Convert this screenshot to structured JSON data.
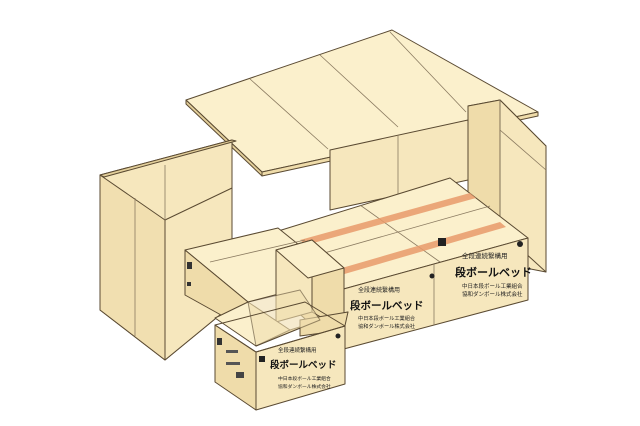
{
  "colors": {
    "cardboard_light": "#fbf0cc",
    "cardboard_mid": "#f6e7bd",
    "cardboard_dark": "#efdcaa",
    "tape": "#e89a6a",
    "outline": "#5a4a32"
  },
  "box_label": {
    "header": "全段連続繋構用",
    "title": "段ボールベッド",
    "line1": "中日本段ボール工業組合",
    "line2": "協和ダンボール株式会社"
  },
  "box_label_small": {
    "header": "全段連続繋構用",
    "title": "段ボールベッド",
    "line1": "中日本段ボール工業組合",
    "line2": "協和ダンボール株式会社"
  }
}
